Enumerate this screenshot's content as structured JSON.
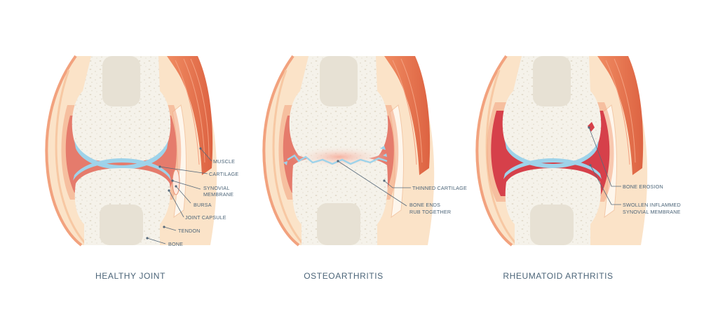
{
  "colors": {
    "bone": "#f5f2ea",
    "marrow": "#e7e1d4",
    "cartilage": "#9ed3ea",
    "synovial": "#e57b6c",
    "synovial_inflamed": "#d6404a",
    "muscle": "#e8754f",
    "capsule": "#f2a27e",
    "tissue": "#fbe3c8",
    "label_text": "#4b6478"
  },
  "panels": [
    {
      "caption": "HEALTHY JOINT",
      "labels": {
        "muscle": "MUSCLE",
        "cartilage": "CARTILAGE",
        "synovial_line1": "SYNOVIAL",
        "synovial_line2": "MEMBRANE",
        "bursa": "BURSA",
        "joint_capsule": "JOINT CAPSULE",
        "tendon": "TENDON",
        "bone": "BONE"
      }
    },
    {
      "caption": "OSTEOARTHRITIS",
      "labels": {
        "thinned_cartilage": "THINNED CARTILAGE",
        "rub_line1": "BONE ENDS",
        "rub_line2": "RUB TOGETHER"
      }
    },
    {
      "caption": "RHEUMATOID ARTHRITIS",
      "labels": {
        "bone_erosion": "BONE EROSION",
        "swollen_line1": "SWOLLEN INFLAMMED",
        "swollen_line2": "SYNOVIAL MEMBRANE"
      }
    }
  ]
}
